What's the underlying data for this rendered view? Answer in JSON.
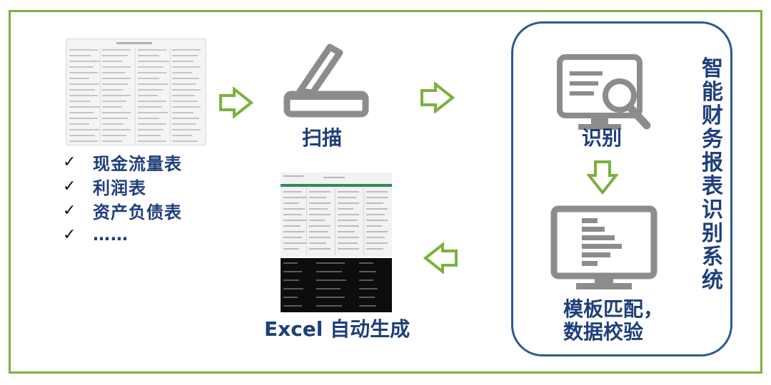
{
  "steps": {
    "scan_label": "扫描",
    "recognize_label": "识别",
    "template_label_line1": "模板匹配，",
    "template_label_line2": "数据校验",
    "excel_label": "Excel 自动生成"
  },
  "input_docs": {
    "items": [
      "现金流量表",
      "利润表",
      "资产负债表",
      "……"
    ]
  },
  "system": {
    "title_chars": [
      "智",
      "能",
      "财",
      "务",
      "报",
      "表",
      "识",
      "别",
      "系",
      "统"
    ]
  },
  "colors": {
    "frame_green": "#7bb13c",
    "label_blue": "#1f3f7a",
    "system_border": "#2e5a8f",
    "icon_gray": "#8c8c8c",
    "excel_header_green": "#2e8b57"
  },
  "icons": [
    "document-icon",
    "scanner-icon",
    "monitor-search-icon",
    "monitor-template-icon",
    "spreadsheet-icon",
    "arrow-icon"
  ]
}
